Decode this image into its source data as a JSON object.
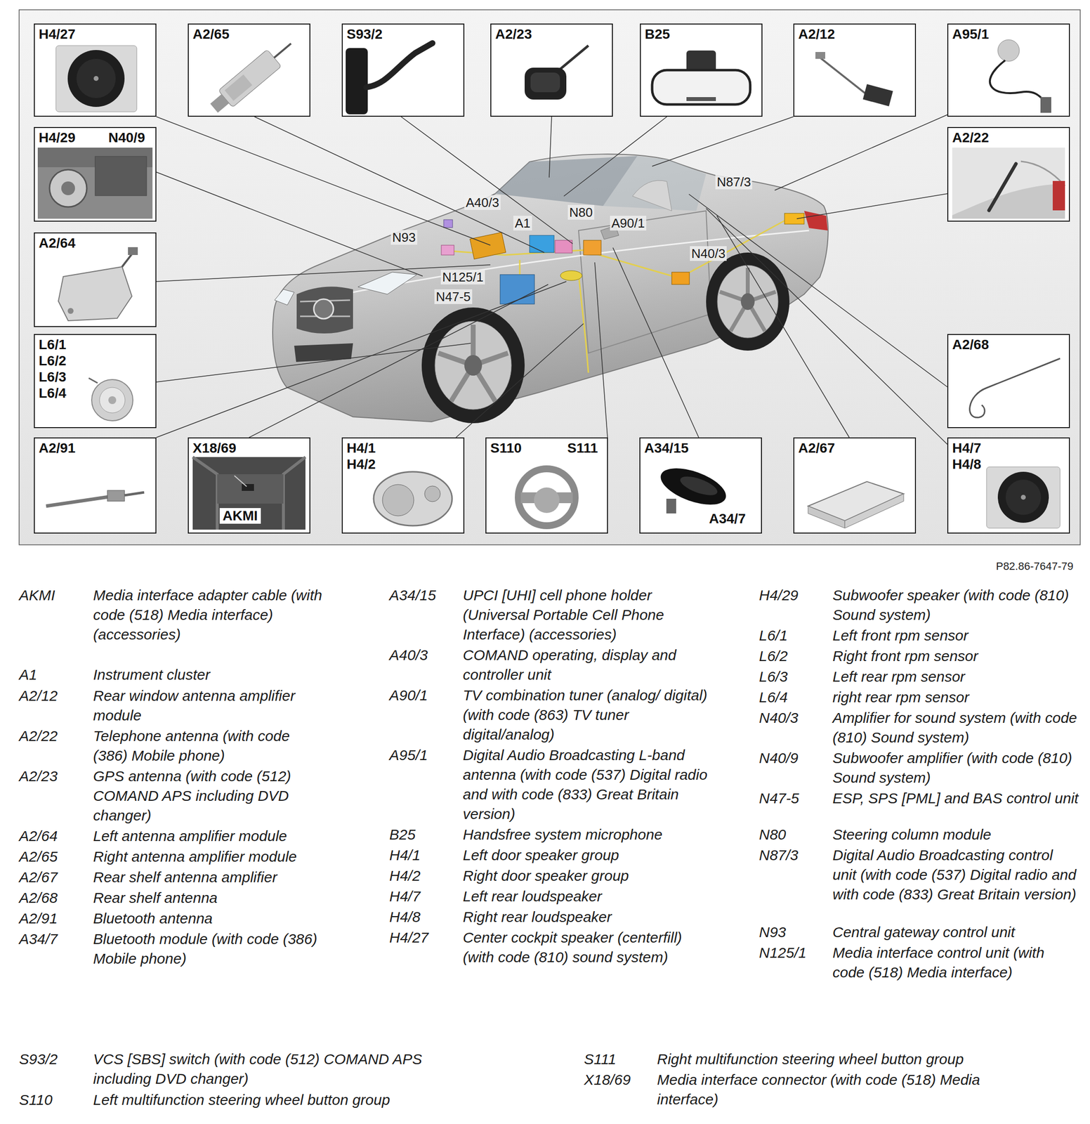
{
  "diagram": {
    "nodes": [
      {
        "text": [
          "H4/27"
        ]
      },
      {
        "text": [
          "A2/65"
        ]
      },
      {
        "text": [
          "S93/2"
        ]
      },
      {
        "text": [
          "A2/23"
        ]
      },
      {
        "text": [
          "B25"
        ]
      },
      {
        "text": [
          "A2/12"
        ]
      },
      {
        "text": [
          "A95/1"
        ]
      },
      {
        "text": [
          "H4/29",
          "N40/9"
        ]
      },
      {
        "text": [
          "A2/22"
        ]
      },
      {
        "text": [
          "A2/64"
        ]
      },
      {
        "text": [
          "L6/1",
          "L6/2",
          "L6/3",
          "L6/4"
        ]
      },
      {
        "text": [
          "A2/68"
        ]
      },
      {
        "text": [
          "A2/91"
        ]
      },
      {
        "text": [
          "X18/69",
          "AKMI"
        ]
      },
      {
        "text": [
          "H4/1",
          "H4/2"
        ]
      },
      {
        "text": [
          "S110",
          "S111"
        ]
      },
      {
        "text": [
          "A34/15",
          "A34/7"
        ]
      },
      {
        "text": [
          "A2/67"
        ]
      },
      {
        "text": [
          "H4/7",
          "H4/8"
        ]
      }
    ],
    "labels": [
      "N87/3",
      "A40/3",
      "N80",
      "A1",
      "A90/1",
      "N93",
      "N40/3",
      "N125/1",
      "N47-5",
      "P82.86-7647-79",
      "AKMI",
      "Media interface adapter cable (with code (518) Media interface) (accessories)",
      "A1",
      "Instrument cluster",
      "A2/12",
      "Rear window antenna amplifier module",
      "A2/22",
      "Telephone antenna (with code (386) Mobile phone)",
      "A2/23",
      "GPS antenna (with code (512) COMAND APS including DVD changer)",
      "A2/64",
      "Left antenna amplifier module",
      "A2/65",
      "Right antenna amplifier module",
      "A2/67",
      "Rear shelf antenna amplifier",
      "A2/68",
      "Rear shelf antenna",
      "A2/91",
      "Bluetooth antenna",
      "A34/7",
      "Bluetooth module (with code (386) Mobile phone)",
      "A34/15",
      "UPCI [UHI] cell phone holder (Universal Portable Cell Phone Interface) (accessories)",
      "A40/3",
      "COMAND operating, display and controller unit",
      "A90/1",
      "TV combination tuner (analog/ digital) (with code (863) TV tuner digital/analog)",
      "A95/1",
      "Digital Audio Broadcasting L-band antenna (with code (537) Digital radio and with code (833) Great Britain version)",
      "B25",
      "Handsfree system microphone",
      "H4/1",
      "Left door speaker group",
      "H4/2",
      "Right door speaker group",
      "H4/7",
      "Left rear loudspeaker",
      "H4/8",
      "Right rear loudspeaker",
      "H4/27",
      "Center cockpit speaker (centerfill) (with code (810) sound system)",
      "H4/29",
      "Subwoofer speaker (with code (810) Sound system)",
      "L6/1",
      "Left front rpm sensor",
      "L6/2",
      "Right front rpm sensor",
      "L6/3",
      "Left rear rpm sensor",
      "L6/4",
      "right rear rpm sensor",
      "N40/3",
      "Amplifier for sound system (with code (810) Sound system)",
      "N40/9",
      "Subwoofer amplifier (with code (810) Sound system)",
      "N47-5",
      "ESP, SPS [PML] and BAS control unit",
      "N80",
      "Steering column module",
      "N87/3",
      "Digital Audio Broadcasting control unit (with code (537) Digital radio and with code (833) Great Britain version)",
      "N93",
      "Central gateway control unit",
      "N125/1",
      "Media interface control unit (with code (518) Media interface)",
      "S93/2",
      "VCS [SBS] switch (with code (512) COMAND APS including DVD changer)",
      "S110",
      "Left multifunction steering wheel button group",
      "S111",
      "Right multifunction steering wheel button group",
      "X18/69",
      "Media interface connector (with code (518) Media interface)"
    ]
  }
}
